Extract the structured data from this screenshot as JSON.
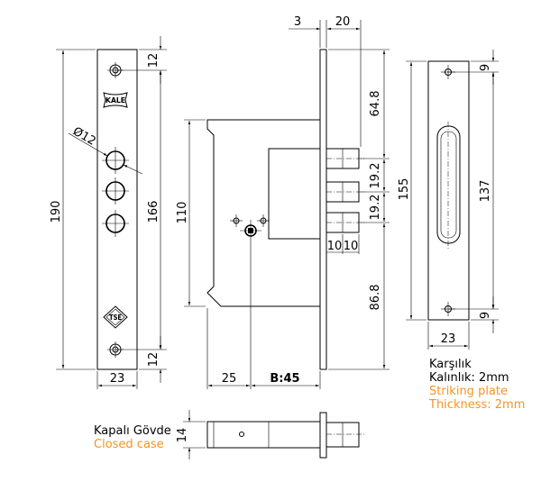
{
  "front_plate": {
    "height": "190",
    "width": "23",
    "top_hole_offset": "12",
    "bottom_hole_offset": "12",
    "hole_span": "166",
    "cylinder_diameter": "Ø12",
    "brand_logo": "KALE",
    "cert_logo": "TSE"
  },
  "lock_body": {
    "faceplate_thickness": "3",
    "bolt_projection": "20",
    "body_height": "110",
    "top_to_bolt": "64.8",
    "bolt_pitch_1": "19.2",
    "bolt_pitch_2": "19.2",
    "bolt_to_bottom": "86.8",
    "bolt_width_1": "10",
    "bolt_width_2": "10",
    "body_offset": "25",
    "backset": "B:45"
  },
  "striking_plate": {
    "height": "155",
    "hole_span": "137",
    "top_offset": "9",
    "bottom_offset": "9",
    "width": "23",
    "label_tr": "Karşılık",
    "thickness_tr": "Kalınlık: 2mm",
    "label_en": "Striking plate",
    "thickness_en": "Thickness: 2mm"
  },
  "closed_case": {
    "label_tr": "Kapalı Gövde",
    "label_en": "Closed case",
    "height": "14"
  },
  "colors": {
    "accent": "#f7931e",
    "line": "#000000"
  }
}
